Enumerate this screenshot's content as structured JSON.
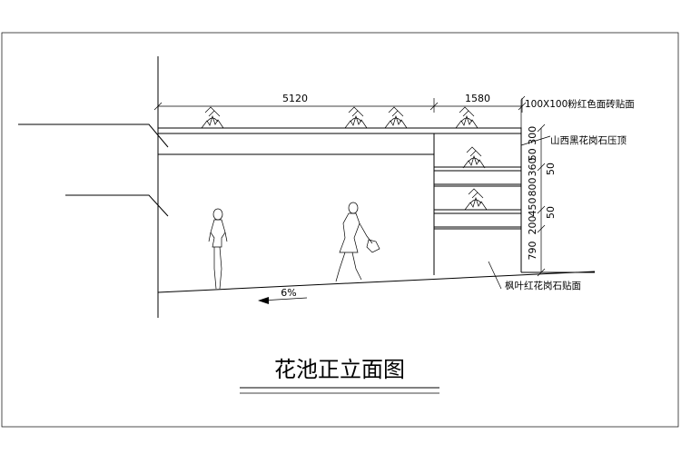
{
  "dimensions": {
    "width_left": "5120",
    "width_right": "1580",
    "right_col_top_pair": "50 300",
    "right_col_360": "360",
    "right_col_800": "800",
    "right_col_450": "450",
    "right_col_200": "200",
    "right_col_790": "790",
    "right_col_50a": "50",
    "right_col_50b": "50"
  },
  "slope": "6%",
  "notes": {
    "pink_brick": "100X100粉红色面砖贴面",
    "black_granite_cap": "山西黑花岗石压顶",
    "maple_red_granite": "枫叶红花岗石贴面"
  },
  "title": "花池正立面图"
}
